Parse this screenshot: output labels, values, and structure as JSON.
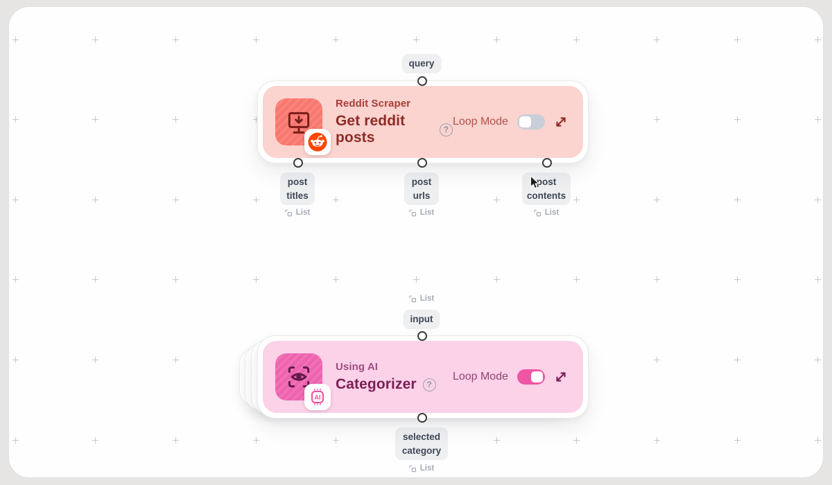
{
  "canvas": {
    "background": "#fefefe",
    "frame_color": "#e7e5e3",
    "grid_mark": "+"
  },
  "nodes": [
    {
      "id": "reddit-scraper",
      "category_label": "Reddit Scraper",
      "title": "Get reddit posts",
      "help_label": "?",
      "loop_mode": {
        "label": "Loop Mode",
        "enabled": false
      },
      "icon": "monitor-download-icon",
      "badge": "reddit-logo",
      "colors": {
        "card": "#fbd3cf",
        "tile": "#f8786f",
        "category": "#a63e36",
        "heading": "#8e2b25",
        "loop_label": "#b1524b",
        "toggle_track": "#c9cfd8",
        "reddit_orange": "#ff4500"
      },
      "inputs": [
        {
          "label": "query"
        }
      ],
      "outputs": [
        {
          "label": "post titles",
          "type": "List"
        },
        {
          "label": "post urls",
          "type": "List"
        },
        {
          "label": "post contents",
          "type": "List"
        }
      ]
    },
    {
      "id": "categorizer",
      "category_label": "Using AI",
      "title": "Categorizer",
      "help_label": "?",
      "loop_mode": {
        "label": "Loop Mode",
        "enabled": true
      },
      "icon": "scan-eye-icon",
      "badge": "ai-chip",
      "badge_label": "AI",
      "colors": {
        "card": "#fcd2e9",
        "tile": "#ee63af",
        "category": "#9c4f7e",
        "heading": "#7a2055",
        "loop_label": "#90426f",
        "toggle_track": "#ee56a3",
        "chip_pink": "#ee4f9f"
      },
      "inputs": [
        {
          "label": "input",
          "type": "List"
        }
      ],
      "outputs": [
        {
          "label": "selected category",
          "type": "List"
        }
      ]
    }
  ]
}
